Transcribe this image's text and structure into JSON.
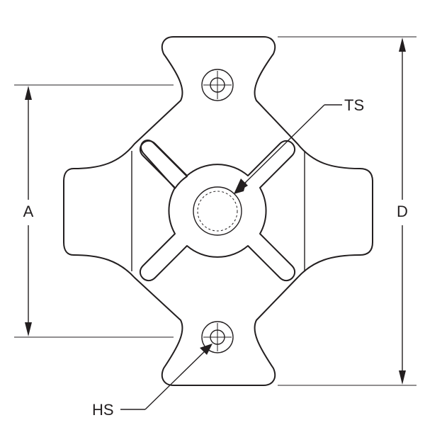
{
  "labels": {
    "dimension_a": "A",
    "dimension_d": "D",
    "callout_ts": "TS",
    "callout_hs": "HS"
  },
  "colors": {
    "line": "#231f20",
    "background": "#ffffff"
  }
}
